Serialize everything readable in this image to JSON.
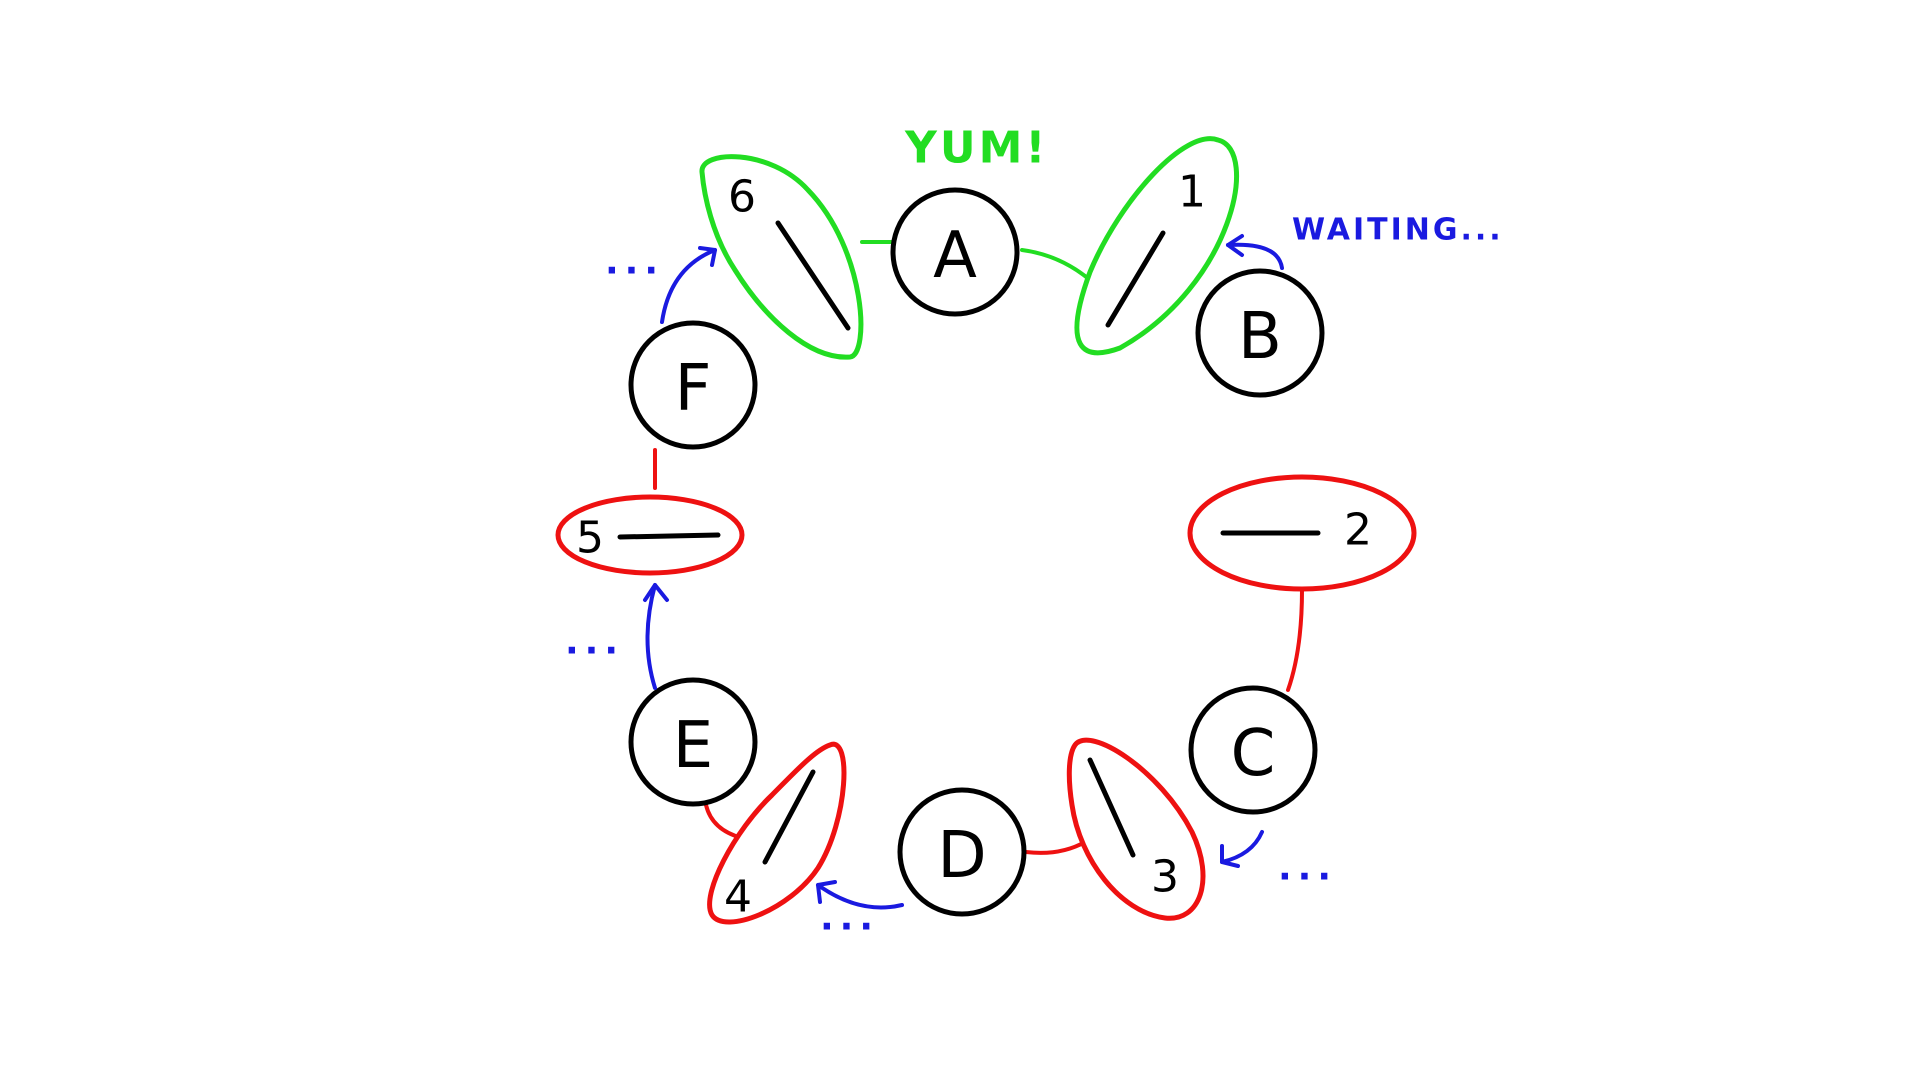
{
  "colors": {
    "held": "#22dd22",
    "free": "#ee1111",
    "waiting": "#1a1ae0",
    "outline": "#000000"
  },
  "nodes": [
    {
      "label": "A"
    },
    {
      "label": "B"
    },
    {
      "label": "C"
    },
    {
      "label": "D"
    },
    {
      "label": "E"
    },
    {
      "label": "F"
    }
  ],
  "forks": [
    {
      "number": "1",
      "state": "held"
    },
    {
      "number": "2",
      "state": "free"
    },
    {
      "number": "3",
      "state": "free"
    },
    {
      "number": "4",
      "state": "free"
    },
    {
      "number": "5",
      "state": "free"
    },
    {
      "number": "6",
      "state": "held"
    }
  ],
  "annotations": {
    "eating": "YUM!",
    "waiting": "WAITING...",
    "dots": "..."
  }
}
